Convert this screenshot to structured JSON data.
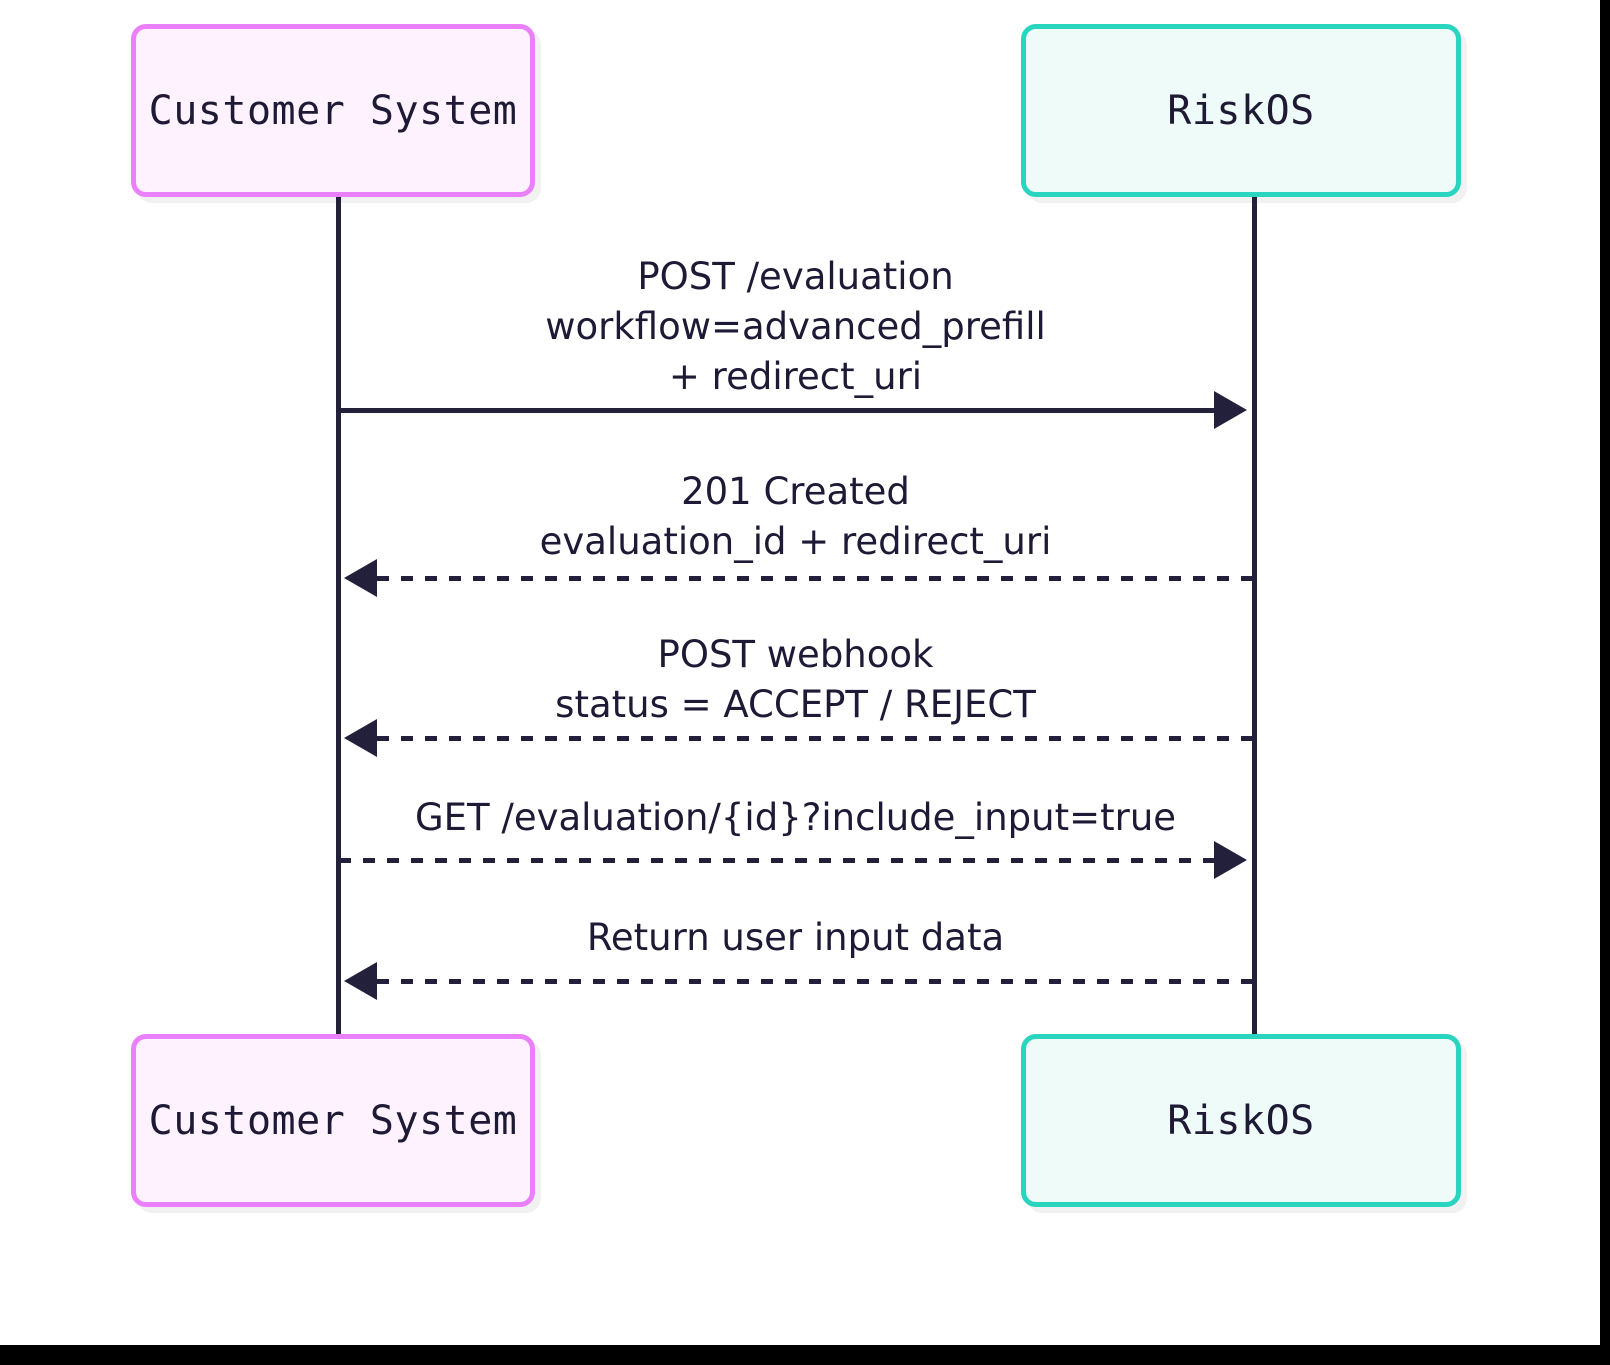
{
  "diagram": {
    "type": "sequence-diagram",
    "title": "",
    "background": "#ffffff",
    "colors": {
      "customer_border": "#ea80fc",
      "customer_fill": "#fdf2fd",
      "riskos_border": "#2ad5c0",
      "riskos_fill": "#effbf8",
      "line": "#23203c",
      "text": "#1e1a36"
    },
    "participants": [
      {
        "id": "customer",
        "label": "Customer System"
      },
      {
        "id": "riskos",
        "label": "RiskOS"
      }
    ],
    "participants_bottom": [
      {
        "id": "customer",
        "label": "Customer System"
      },
      {
        "id": "riskos",
        "label": "RiskOS"
      }
    ],
    "messages": [
      {
        "index": 1,
        "from": "customer",
        "to": "riskos",
        "direction": "right",
        "line_style": "solid",
        "lines": [
          "POST /evaluation",
          "workflow=advanced_prefill",
          "+ redirect_uri"
        ]
      },
      {
        "index": 2,
        "from": "riskos",
        "to": "customer",
        "direction": "left",
        "line_style": "dashed",
        "lines": [
          "201 Created",
          "evaluation_id + redirect_uri"
        ]
      },
      {
        "index": 3,
        "from": "riskos",
        "to": "customer",
        "direction": "left",
        "line_style": "dashed",
        "lines": [
          "POST webhook",
          "status = ACCEPT / REJECT"
        ]
      },
      {
        "index": 4,
        "from": "customer",
        "to": "riskos",
        "direction": "right",
        "line_style": "dashed",
        "lines": [
          "GET /evaluation/{id}?include_input=true"
        ]
      },
      {
        "index": 5,
        "from": "riskos",
        "to": "customer",
        "direction": "left",
        "line_style": "dashed",
        "lines": [
          "Return user input data"
        ]
      }
    ]
  }
}
